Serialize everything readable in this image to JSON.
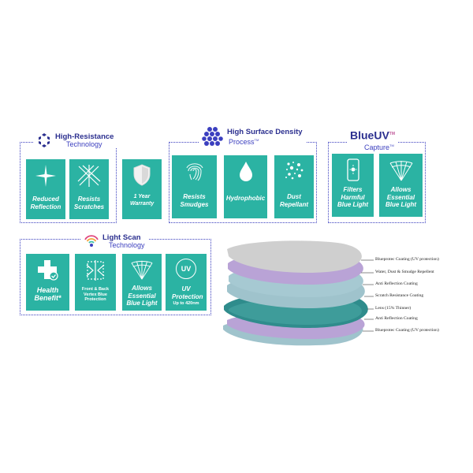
{
  "groups": {
    "high_resistance": {
      "title": "High-Resistance",
      "subtitle": "Technology"
    },
    "surface_density": {
      "title": "High Surface Density",
      "subtitle": "Process",
      "subtitle_mark": "TM"
    },
    "blueuv": {
      "title": "BlueUV",
      "title_mark": "TM",
      "subtitle": "Capture",
      "subtitle_mark": "TM"
    },
    "light_scan": {
      "title": "Light Scan",
      "subtitle": "Technology"
    }
  },
  "tiles": {
    "reduced_reflection": "Reduced Reflection",
    "resists_scratches": "Resists Scratches",
    "warranty": "1 Year Warranty",
    "resists_smudges": "Resists Smudges",
    "hydrophobic": "Hydrophobic",
    "dust_repellant": "Dust Repellant",
    "filters_blue_light": "Filters Harmful Blue Light",
    "allows_blue_light_1": "Allows Essential Blue Light",
    "health_benefit": "Health Benefit*",
    "front_back": "Front & Back Vertex Blue Protection",
    "allows_blue_light_2": "Allows Essential Blue Light",
    "uv_protection": "UV Protection",
    "uv_protection_sub": "Up to 420nm",
    "uv_badge": "UV"
  },
  "layers": [
    "Blueprotec Coating (UV protection)",
    "Water, Dust & Smudge Repellent",
    "Anti Reflection Coating",
    "Scratch Resistance Coating",
    "Lens (15% Thinner)",
    "Anti Reflection Coating",
    "Blueprotec Coating (UV protection)"
  ],
  "colors": {
    "teal": "#2bb3a3",
    "navy": "#2b2f8f",
    "border": "#3b3fbf",
    "layer_grey": "#cfcfcf",
    "layer_purple": "#b9a3d6",
    "layer_blue": "#9fc3cc",
    "layer_lens": "#2f8c8c"
  }
}
